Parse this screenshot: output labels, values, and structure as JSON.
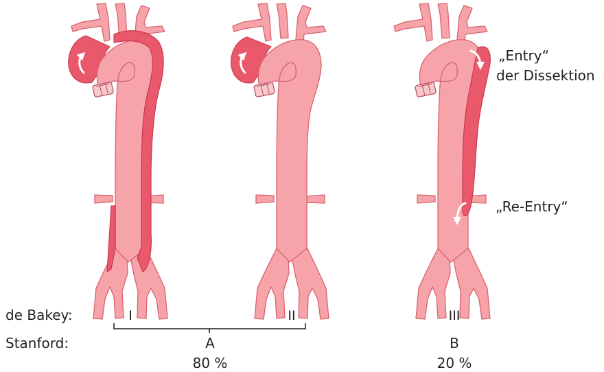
{
  "classifications": {
    "debakey_label": "de Bakey:",
    "stanford_label": "Stanford:"
  },
  "types": [
    {
      "debakey": "I"
    },
    {
      "debakey": "II"
    },
    {
      "debakey": "III"
    }
  ],
  "stanford_groups": [
    {
      "type": "A",
      "percent": "80 %"
    },
    {
      "type": "B",
      "percent": "20 %"
    }
  ],
  "annotations": {
    "entry_line1": "„Entry“",
    "entry_line2": "der Dissektion",
    "reentry": "„Re-Entry“"
  },
  "colors": {
    "true_lumen": "#f6a4aa",
    "false_lumen": "#e9596b",
    "outline": "#d9616f",
    "bracket": "#231f20",
    "text": "#231f20"
  }
}
